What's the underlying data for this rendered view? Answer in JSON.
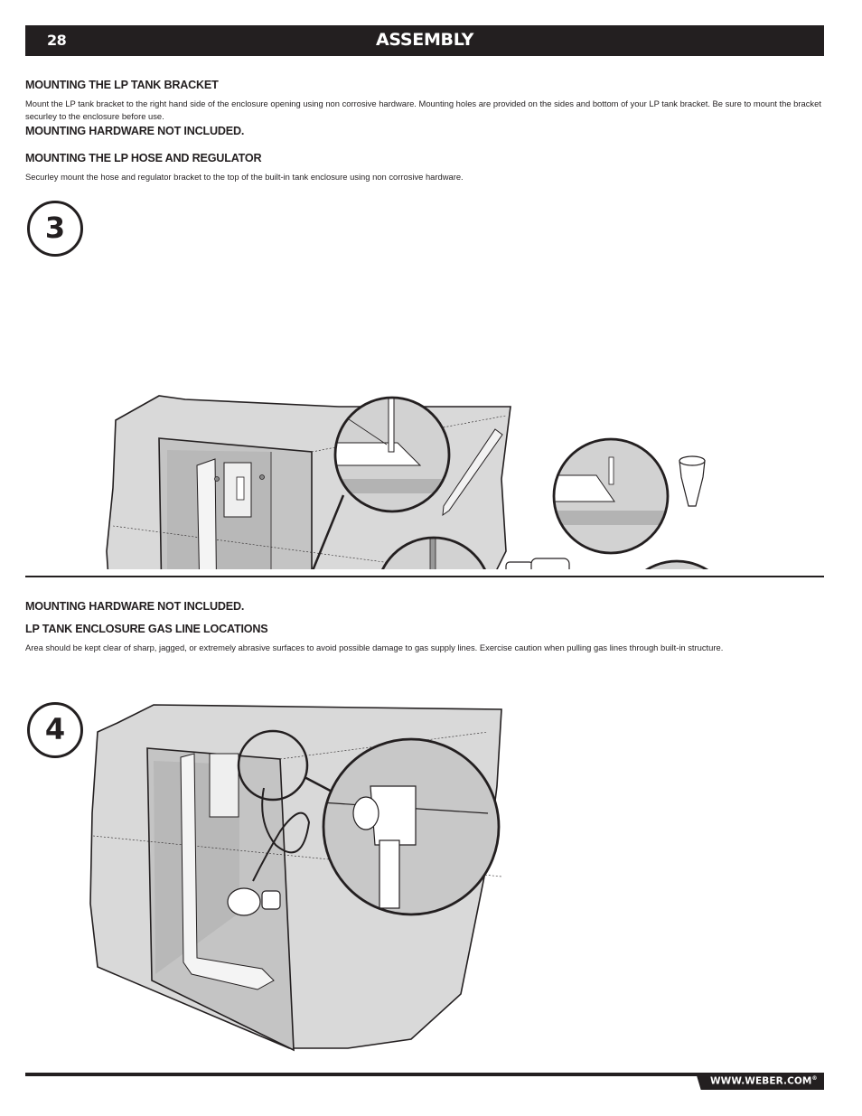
{
  "header": {
    "page_number": "28",
    "section_title": "ASSEMBLY"
  },
  "section1": {
    "heading_bracket": "MOUNTING THE LP TANK BRACKET",
    "bracket_text": "Mount the LP tank bracket to the right hand side of the enclosure opening using non corrosive hardware. Mounting holes are provided on the sides and bottom of your LP tank bracket. Be sure to mount the bracket securley to the enclosure before use.",
    "hardware_note": "MOUNTING HARDWARE NOT INCLUDED.",
    "heading_hose": "MOUNTING THE LP HOSE AND REGULATOR",
    "hose_text": "Securley mount the hose and regulator bracket to the top of the built-in tank enclosure using non corrosive hardware."
  },
  "step3": {
    "number": "3",
    "illustration": "lp-tank-bracket-mounting-with-pencil-drill-anchor-screwdriver"
  },
  "section2": {
    "hardware_note": "MOUNTING HARDWARE NOT INCLUDED.",
    "heading_gasline": "LP TANK ENCLOSURE GAS LINE LOCATIONS",
    "gasline_text": "Area should be kept clear of sharp, jagged, or extremely abrasive surfaces to avoid possible damage to gas supply lines. Exercise caution when pulling gas lines through built-in structure."
  },
  "step4": {
    "number": "4",
    "illustration": "lp-hose-regulator-mounted-in-enclosure"
  },
  "footer": {
    "url": "WWW.WEBER.COM",
    "registered_mark": "®"
  },
  "colors": {
    "ink": "#231f20",
    "enclosure_gray": "#d9d9d9",
    "interior_gray": "#c4c4c4",
    "dark_band": "#b3b3b3"
  }
}
